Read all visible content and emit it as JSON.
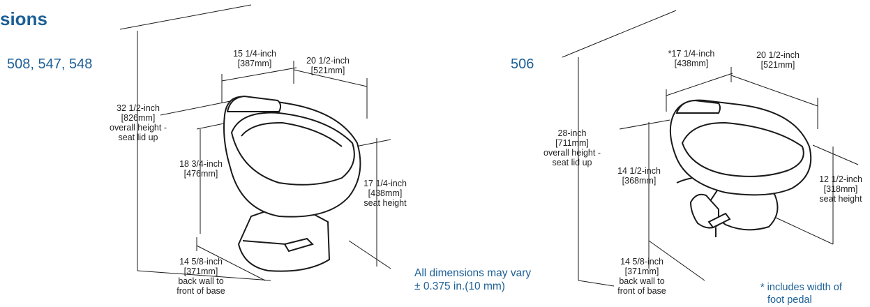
{
  "heading": "sions",
  "left_model": {
    "title": "508, 547, 548",
    "dims": {
      "width_back": [
        "15 1/4-inch",
        "[387mm]"
      ],
      "depth_top": [
        "20 1/2-inch",
        "[521mm]"
      ],
      "overall_height": [
        "32 1/2-inch",
        "[826mm]",
        "overall height -",
        "seat lid up"
      ],
      "mid_height": [
        "18 3/4-inch",
        "[476mm]"
      ],
      "seat_height": [
        "17 1/4-inch",
        "[438mm]",
        "seat height"
      ],
      "base_depth": [
        "14 5/8-inch",
        "[371mm]",
        "back wall to",
        "front of base"
      ]
    }
  },
  "right_model": {
    "title": "506",
    "dims": {
      "width_back": [
        "*17 1/4-inch",
        "[438mm]"
      ],
      "depth_top": [
        "20 1/2-inch",
        "[521mm]"
      ],
      "overall_height": [
        "28-inch",
        "[711mm]",
        "overall height -",
        "seat lid up"
      ],
      "mid_height": [
        "14 1/2-inch",
        "[368mm]"
      ],
      "seat_height": [
        "12 1/2-inch",
        "[318mm]",
        "seat height"
      ],
      "base_depth": [
        "14 5/8-inch",
        "[371mm]",
        "back wall to",
        "front of base"
      ]
    }
  },
  "tolerance_note": [
    "All dimensions may vary",
    "± 0.375 in.(10 mm)"
  ],
  "footnote": [
    "* includes width of",
    "foot pedal"
  ],
  "colors": {
    "accent": "#1c5f96",
    "line": "#1a1a1a",
    "fill": "#ffffff"
  }
}
